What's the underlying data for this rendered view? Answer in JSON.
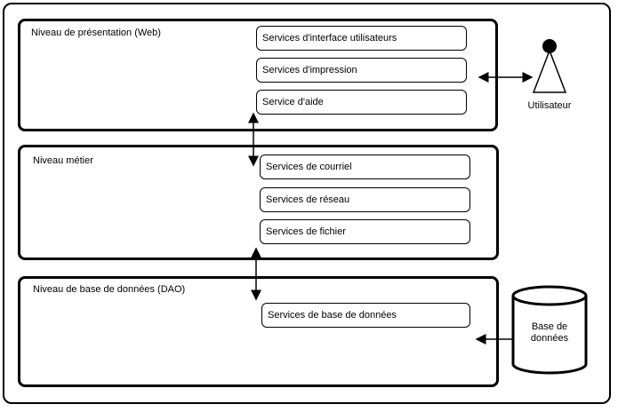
{
  "tiers": {
    "presentation": {
      "title": "Niveau de présentation  (Web)",
      "services": [
        "Services d'interface utilisateurs",
        "Services d'impression",
        "Service d'aide"
      ]
    },
    "business": {
      "title": "Niveau métier",
      "services": [
        "Services de courriel",
        "Services de réseau",
        "Services de fichier"
      ]
    },
    "data": {
      "title": "Niveau de base de données (DAO)",
      "services": [
        "Services de base de données"
      ]
    }
  },
  "actor": {
    "label": "Utilisateur"
  },
  "database": {
    "label_line1": "Base de",
    "label_line2": "données"
  }
}
